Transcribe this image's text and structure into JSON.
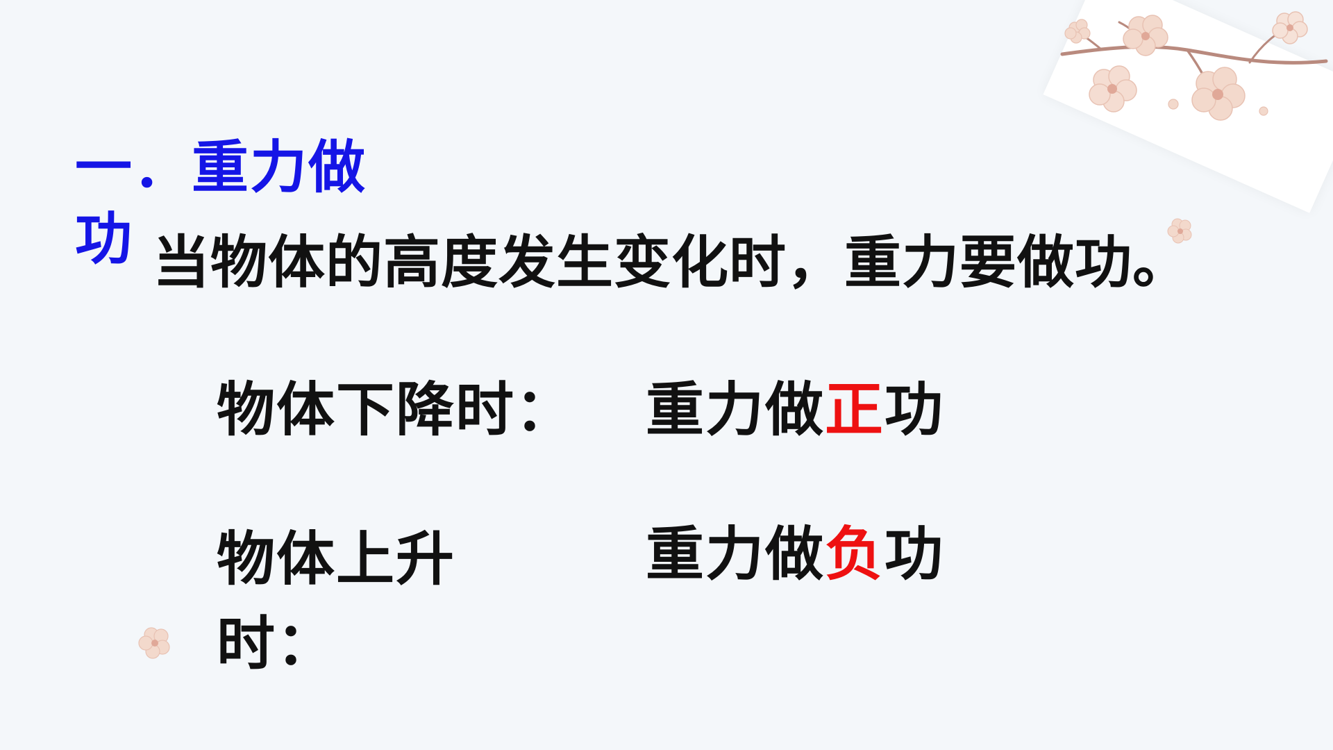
{
  "heading": {
    "text": "一．重力做功",
    "color": "#1515e6"
  },
  "intro": {
    "text": "当物体的高度发生变化时，重力要做功。"
  },
  "rows": [
    {
      "label": "物体下降时：",
      "value_prefix": "重力做",
      "value_accent": "正",
      "value_suffix": "功"
    },
    {
      "label": "物体上升时：",
      "value_prefix": "重力做",
      "value_accent": "负",
      "value_suffix": "功"
    }
  ],
  "colors": {
    "background": "#f4f7fa",
    "text": "#111111",
    "accent": "#ee1111",
    "blossom": "#f3d9cc",
    "branch": "#b98a7e"
  },
  "decoration": {
    "icons": [
      "plum-blossom-branch-icon",
      "blossom-icon"
    ]
  }
}
